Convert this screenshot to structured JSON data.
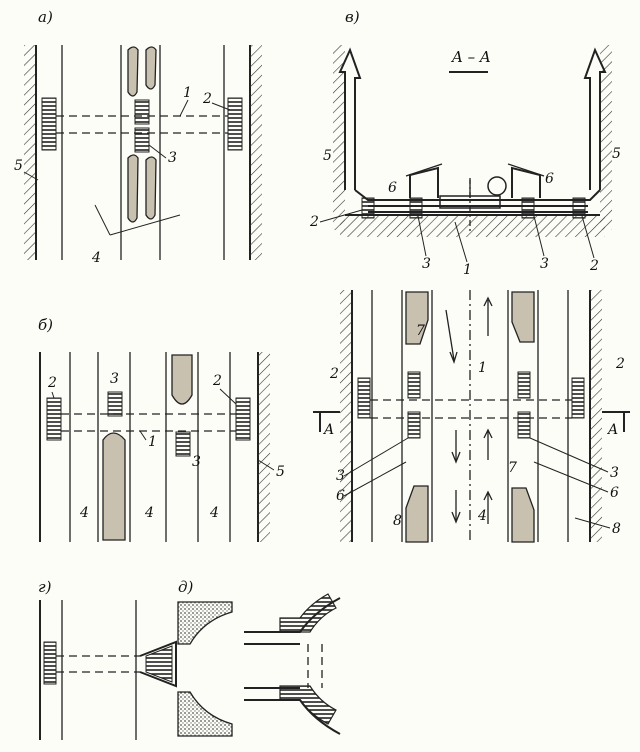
{
  "panels": {
    "a": "а)",
    "v": "в)",
    "b": "б)",
    "g": "г)",
    "d": "д)"
  },
  "section": {
    "title": "A – A",
    "left_marker": "A",
    "right_marker": "A"
  },
  "labels": {
    "a": [
      "1",
      "2",
      "3",
      "4",
      "5"
    ],
    "v_top": [
      "5",
      "5",
      "6",
      "6",
      "2",
      "3",
      "1",
      "3",
      "2"
    ],
    "b": [
      "2",
      "3",
      "2",
      "1",
      "3",
      "5",
      "4",
      "4",
      "4"
    ],
    "v_plan": [
      "7",
      "1",
      "2",
      "2",
      "3",
      "3",
      "6",
      "6",
      "7",
      "4",
      "8",
      "8"
    ]
  },
  "colors": {
    "ink": "#222222",
    "ore": "#c9c1b0",
    "paper": "#fdfdf8"
  }
}
